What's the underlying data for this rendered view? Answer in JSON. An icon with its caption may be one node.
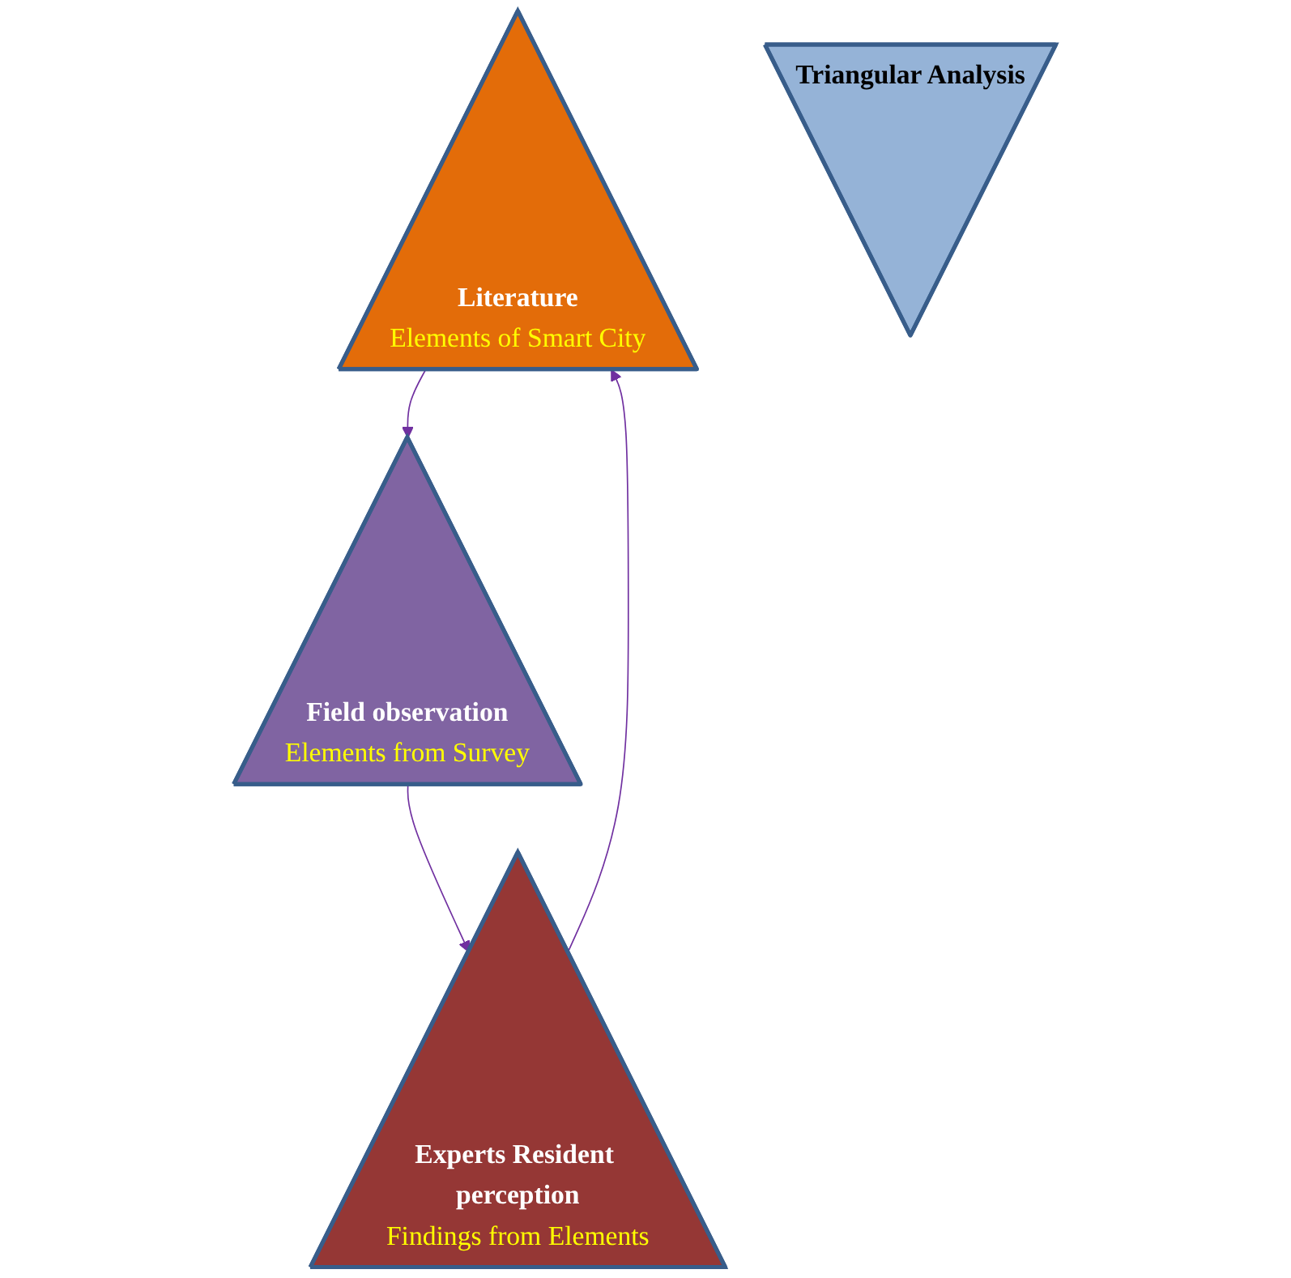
{
  "diagram": {
    "nodes": [
      {
        "text": [
          "Literature",
          "Elements of Smart City"
        ]
      },
      {
        "text": [
          "Triangular Analysis"
        ]
      },
      {
        "text": [
          "Field observation",
          "Elements from Survey"
        ]
      },
      {
        "text": [
          "Experts Resident perception",
          "Findings from Elements"
        ]
      }
    ],
    "edges": [
      {
        "from": 0,
        "to": 2,
        "arrow": "to"
      },
      {
        "from": 2,
        "to": 3,
        "arrow": "to"
      },
      {
        "from": 3,
        "to": 0,
        "arrow": "to"
      }
    ]
  }
}
